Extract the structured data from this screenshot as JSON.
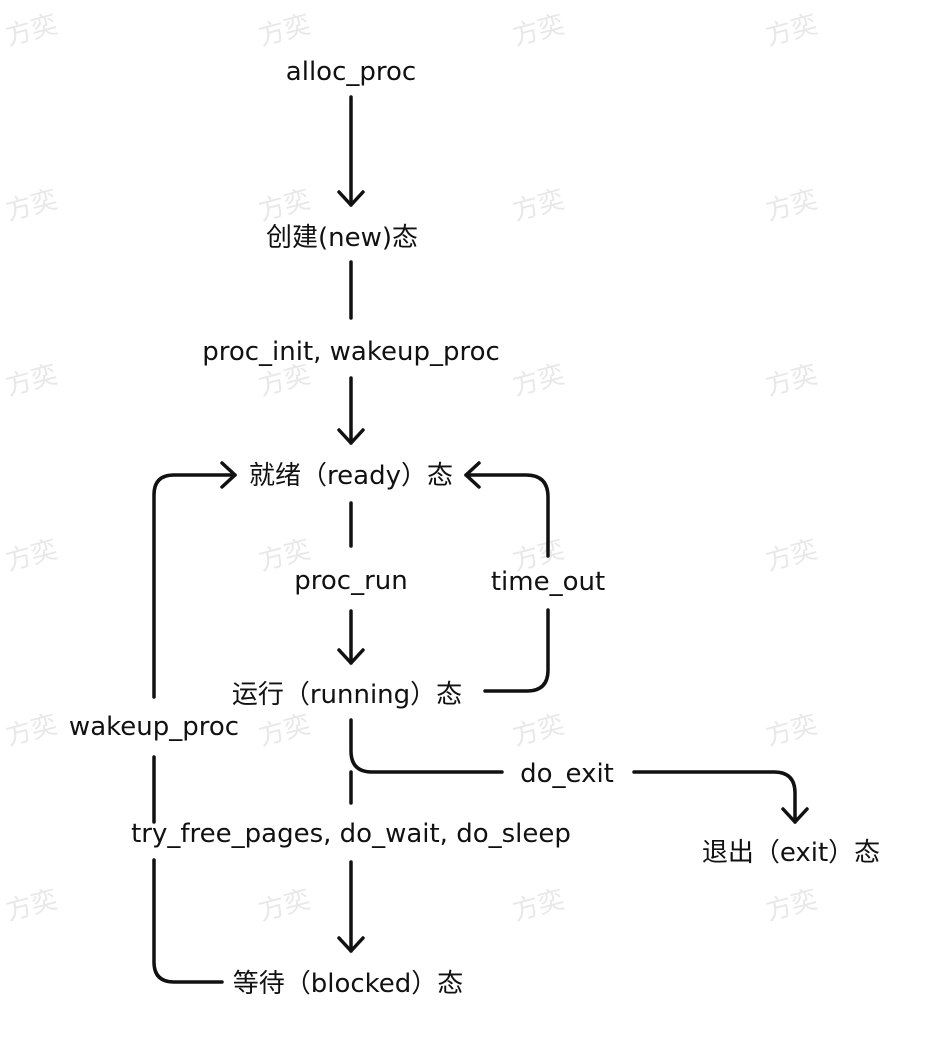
{
  "watermark": "方奕",
  "nodes": {
    "alloc_proc": "alloc_proc",
    "new_state": "创建(new)态",
    "ready_state": "就绪（ready）态",
    "running_state": "运行（running）态",
    "exit_state": "退出（exit）态",
    "blocked_state": "等待（blocked）态"
  },
  "edge_labels": {
    "init_wakeup": "proc_init, wakeup_proc",
    "proc_run": "proc_run",
    "time_out": "time_out",
    "do_exit": "do_exit",
    "block_causes": "try_free_pages, do_wait, do_sleep",
    "wakeup_proc": "wakeup_proc"
  }
}
